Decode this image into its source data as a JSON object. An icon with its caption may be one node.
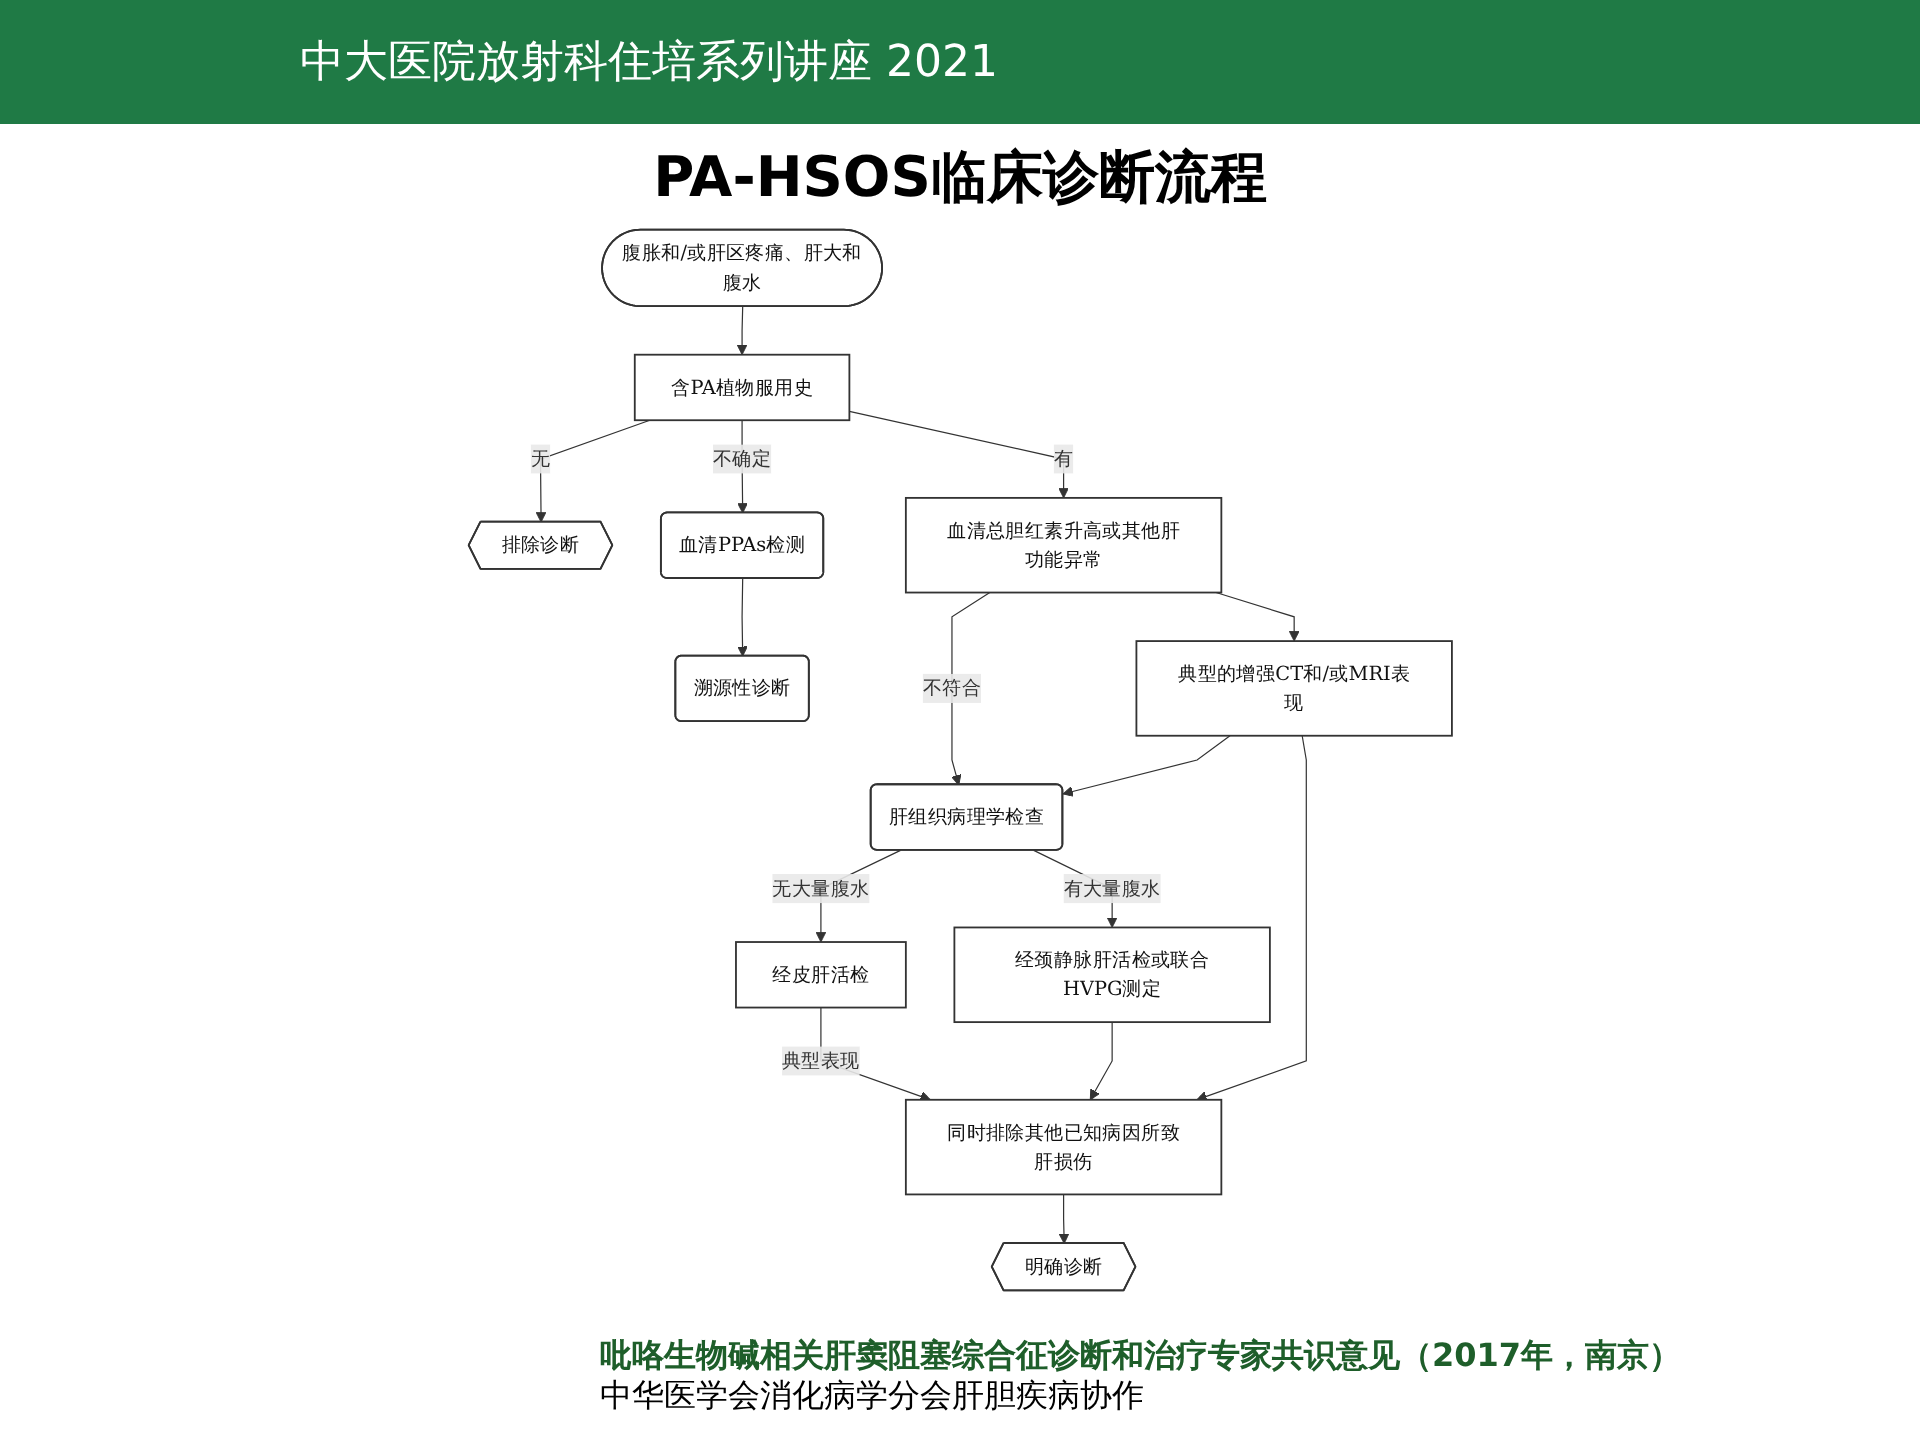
{
  "diagram": {
    "title": "PA-HSOS临床诊断流程",
    "nodes": [
      {
        "text": [
          "腹胀和/或肝区疼痛、肝大和腹水"
        ]
      },
      {
        "text": [
          "排除诊断"
        ]
      },
      {
        "text": [
          "溯源性诊断"
        ]
      },
      {
        "text": [
          "含PA植物服用史"
        ]
      },
      {
        "text": [
          "血清PPAs检测"
        ]
      },
      {
        "text": [
          "血清总胆红素升高或其他肝功能异常"
        ]
      },
      {
        "text": [
          "肝组织病理学检查"
        ]
      },
      {
        "text": [
          "典型的增强CT和/或MRI表现"
        ]
      },
      {
        "text": [
          "经皮肝活检"
        ]
      },
      {
        "text": [
          "经颈静脉肝活检或联合HVPG测定"
        ]
      },
      {
        "text": [
          "同时排除其他已知病因所致肝损伤"
        ]
      },
      {
        "text": [
          "明确诊断"
        ]
      }
    ],
    "edges": [
      {
        "from": 0,
        "to": 3,
        "arrow": "to"
      },
      {
        "from": 3,
        "to": 1,
        "arrow": "to",
        "label": "无"
      },
      {
        "from": 3,
        "to": 4,
        "arrow": "to",
        "label": "不确定"
      },
      {
        "from": 4,
        "to": 2,
        "arrow": "to"
      },
      {
        "from": 3,
        "to": 5,
        "arrow": "to",
        "label": "有"
      },
      {
        "from": 5,
        "to": 7,
        "arrow": "to"
      },
      {
        "from": 5,
        "to": 6,
        "arrow": "to",
        "label": "不符合"
      },
      {
        "from": 7,
        "to": 6,
        "arrow": "to"
      },
      {
        "from": 6,
        "to": 8,
        "arrow": "to",
        "label": "无大量腹水"
      },
      {
        "from": 6,
        "to": 9,
        "arrow": "to",
        "label": "有大量腹水"
      },
      {
        "from": 8,
        "to": 10,
        "arrow": "to",
        "label": "典型表现"
      },
      {
        "from": 9,
        "to": 10,
        "arrow": "to"
      },
      {
        "from": 7,
        "to": 10,
        "arrow": "to"
      },
      {
        "from": 10,
        "to": 11,
        "arrow": "to"
      }
    ],
    "labels": [
      "中大医院放射科住培系列讲座 2021",
      "吡咯生物碱相关肝窦阻塞综合征诊断和治疗专家共识意见（2017年，南京）",
      "中华医学会消化病学分会肝胆疾病协作"
    ]
  }
}
